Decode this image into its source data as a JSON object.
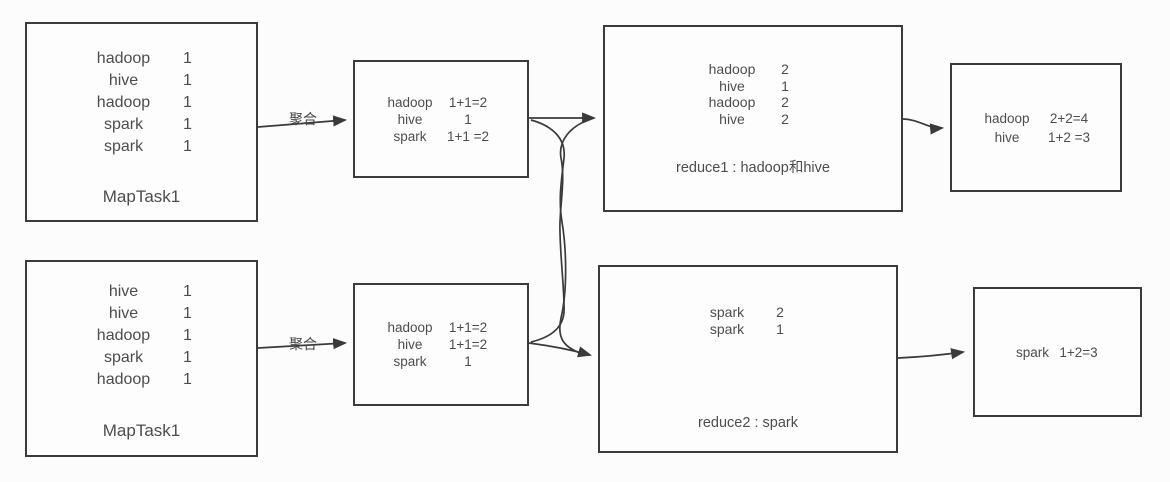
{
  "diagram": {
    "title_hint": "MapReduce shuffle/aggregate flow",
    "background_color": "#fcfcfc",
    "line_color": "#3a3a3a",
    "border_color": "#3b3b3b",
    "text_color": "#4d4d4d"
  },
  "boxes": {
    "map_top": {
      "rows": [
        [
          "hadoop",
          "1"
        ],
        [
          "hive",
          "1"
        ],
        [
          "hadoop",
          "1"
        ],
        [
          "spark",
          "1"
        ],
        [
          "spark",
          "1"
        ]
      ],
      "caption": "MapTask1"
    },
    "map_bottom": {
      "rows": [
        [
          "hive",
          "1"
        ],
        [
          "hive",
          "1"
        ],
        [
          "hadoop",
          "1"
        ],
        [
          "spark",
          "1"
        ],
        [
          "hadoop",
          "1"
        ]
      ],
      "caption": "MapTask1"
    },
    "agg_top": {
      "rows": [
        [
          "hadoop",
          "1+1=2"
        ],
        [
          "hive",
          "1"
        ],
        [
          "spark",
          "1+1 =2"
        ]
      ]
    },
    "agg_bottom": {
      "rows": [
        [
          "hadoop",
          "1+1=2"
        ],
        [
          "hive",
          "1+1=2"
        ],
        [
          "spark",
          "1"
        ]
      ]
    },
    "reduce_top": {
      "rows": [
        [
          "hadoop",
          "2"
        ],
        [
          "hive",
          "1"
        ],
        [
          "hadoop",
          "2"
        ],
        [
          "hive",
          "2"
        ]
      ],
      "caption": "reduce1 : hadoop和hive"
    },
    "reduce_bottom": {
      "rows": [
        [
          "spark",
          "2"
        ],
        [
          "spark",
          "1"
        ]
      ],
      "caption": "reduce2 : spark"
    },
    "out_top": {
      "rows": [
        [
          "hadoop",
          "2+2=4"
        ],
        [
          "hive",
          "1+2 =3"
        ]
      ]
    },
    "out_bottom": {
      "rows": [
        [
          "spark",
          "1+2=3"
        ]
      ]
    }
  },
  "connectors": {
    "aggregate_label_top": "聚合",
    "aggregate_label_bottom": "聚合"
  }
}
